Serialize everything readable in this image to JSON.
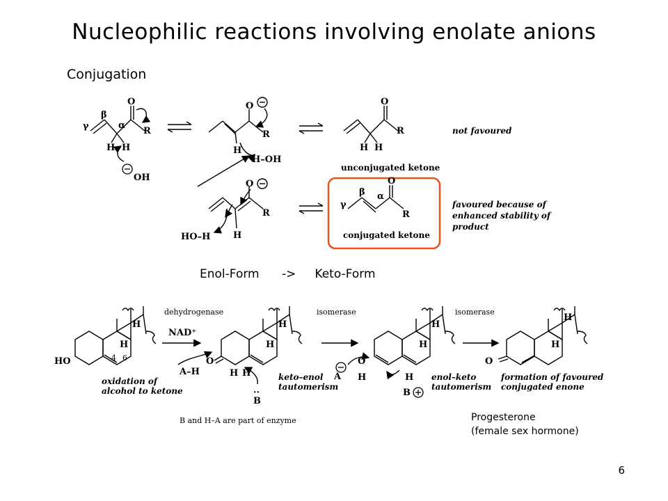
{
  "slide": {
    "title": "Nucleophilic reactions involving enolate anions",
    "subtitle": "Conjugation",
    "enol_keto": "Enol-Form      ->     Keto-Form",
    "caption_line1": "Progesterone",
    "caption_line2": "(female sex hormone)",
    "page_number": "6"
  },
  "scheme1": {
    "not_favoured": "not favoured",
    "unconjugated_ketone": "unconjugated ketone",
    "conjugated_ketone": "conjugated ketone",
    "favoured_line1": "favoured because of",
    "favoured_line2": "enhanced stability of",
    "favoured_line3": "product",
    "highlight_color": "#e8541e"
  },
  "scheme2": {
    "dehydrogenase": "dehydrogenase",
    "nad": "NAD⁺",
    "isomerase1": "isomerase",
    "isomerase2": "isomerase",
    "oxidation_line1": "oxidation of",
    "oxidation_line2": "alcohol to ketone",
    "keto_enol_line1": "keto–enol",
    "keto_enol_line2": "tautomerism",
    "enol_keto_line1": "enol–keto",
    "enol_keto_line2": "tautomerism",
    "formation_line1": "formation of favoured",
    "formation_line2": "conjugated enone",
    "enzyme_note": "B and H–A are part of enzyme"
  }
}
